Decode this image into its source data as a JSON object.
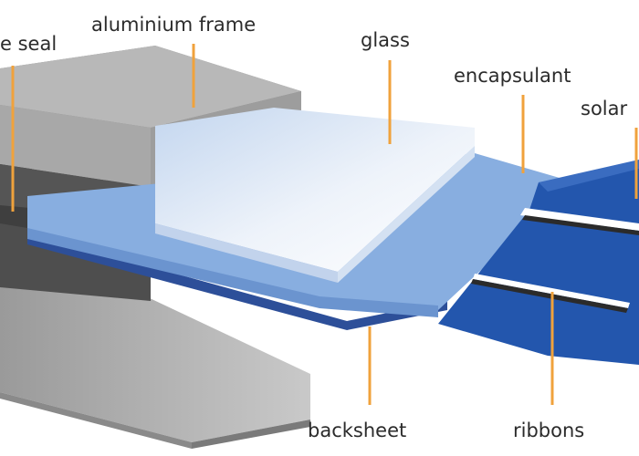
{
  "labels": {
    "edge_seal": "e seal",
    "aluminium_frame": "aluminium frame",
    "glass": "glass",
    "encapsulant": "encapsulant",
    "solar": "solar",
    "backsheet": "backsheet",
    "ribbons": "ribbons"
  },
  "colors": {
    "leader": "#f0a23c",
    "frame_top": "#b5b5b5",
    "frame_side": "#8c8c8c",
    "frame_dark": "#4e4e4e",
    "glass_top": "#e6edf7",
    "encapsulant": "#88aee0",
    "backsheet": "#3c5fa8",
    "cell": "#2356ad",
    "ribbon": "#ffffff"
  }
}
